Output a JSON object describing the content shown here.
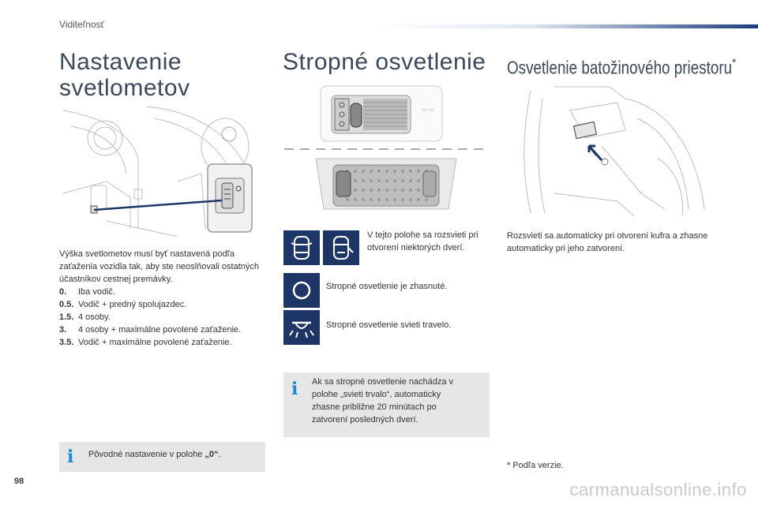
{
  "header": {
    "section": "Viditeľnosť"
  },
  "col1": {
    "title": "Nastavenie svetlometov",
    "intro": "Výška svetlometov musí byť nastavená podľa zaťaženia vozidla tak, aby ste neoslňovali ostatných účastníkov cestnej premávky.",
    "items": [
      {
        "num": "0.",
        "text": "Iba vodič."
      },
      {
        "num": "0.5.",
        "text": "Vodič + predný spolujazdec."
      },
      {
        "num": "1.5.",
        "text": "4 osoby."
      },
      {
        "num": "3.",
        "text": "4 osoby + maximálne povolené zaťaženie."
      },
      {
        "num": "3.5.",
        "text": "Vodič + maximálne povolené zaťaženie."
      }
    ],
    "info_prefix": "Pôvodné nastavenie v polohe ",
    "info_value": "„0“",
    "info_suffix": "."
  },
  "col2": {
    "title": "Stropné osvetlenie",
    "icons": [
      {
        "text": "V tejto polohe sa rozsvieti pri otvorení niektorých dverí."
      },
      {
        "text": "Stropné osvetlenie je zhasnuté."
      },
      {
        "text": "Stropné osvetlenie svieti travelo."
      }
    ],
    "info": "Ak sa stropné osvetlenie nachádza v polohe „svieti trvalo“, automaticky zhasne približne 20 minútach po zatvorení posledných dverí."
  },
  "col3": {
    "title": "Osvetlenie batožinového priestoru",
    "title_star": "*",
    "text": "Rozsvieti sa automaticky pri otvorení kufra a zhasne automaticky pri jeho zatvorení.",
    "footnote": "* Podľa verzie."
  },
  "footer": {
    "page": "98",
    "watermark": "carmanualsonline.info"
  },
  "colors": {
    "icon_bg": "#1e3567",
    "info_bg": "#e6e6e6",
    "info_icon": "#1a8bd6",
    "pointer_line": "#1e3567"
  }
}
